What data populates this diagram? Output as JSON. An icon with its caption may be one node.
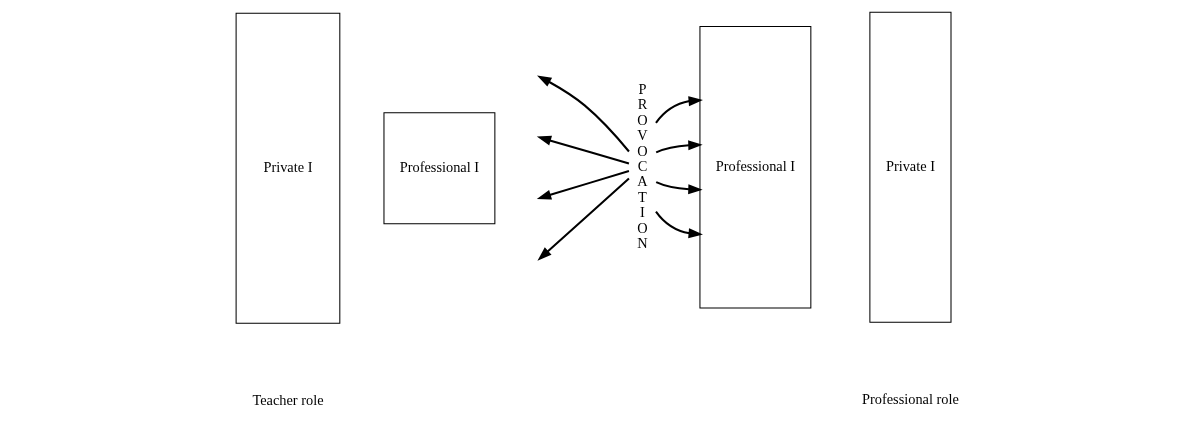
{
  "diagram": {
    "nodes": [
      {
        "text": [
          "Private I"
        ]
      },
      {
        "text": [
          "Professional I"
        ]
      },
      {
        "text": [
          "PROVOCATION"
        ]
      },
      {
        "text": [
          "Professional I"
        ]
      },
      {
        "text": [
          "Private I"
        ]
      }
    ],
    "edges": [
      {
        "from": 2,
        "to": null,
        "arrow": "to"
      },
      {
        "from": 2,
        "to": null,
        "arrow": "to"
      },
      {
        "from": 2,
        "to": null,
        "arrow": "to"
      },
      {
        "from": 2,
        "to": null,
        "arrow": "to"
      },
      {
        "from": 2,
        "to": 3,
        "arrow": "to"
      },
      {
        "from": 2,
        "to": 3,
        "arrow": "to"
      },
      {
        "from": 2,
        "to": 3,
        "arrow": "to"
      },
      {
        "from": 2,
        "to": 3,
        "arrow": "to"
      }
    ],
    "labels": [
      "Teacher role",
      "Professional role"
    ]
  }
}
